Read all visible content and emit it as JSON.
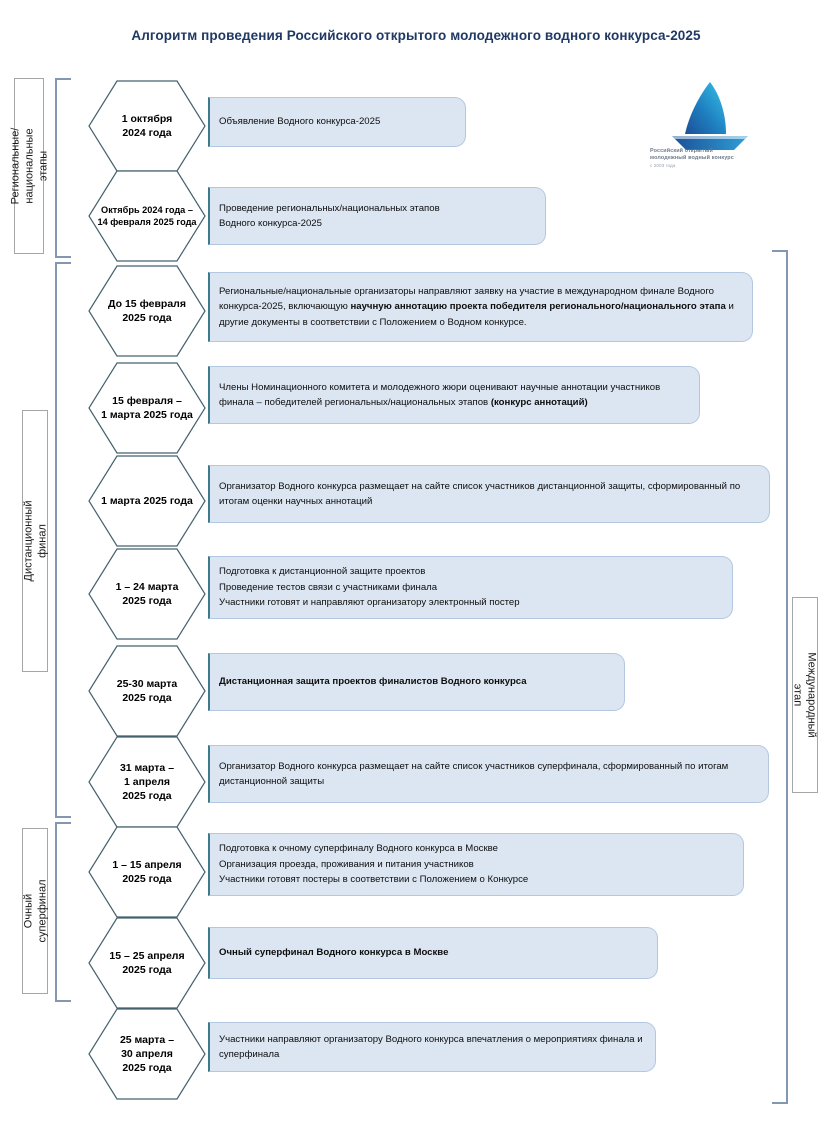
{
  "page": {
    "title": "Алгоритм проведения Российского открытого молодежного водного конкурса-2025",
    "accent_border": "#3d7a8c",
    "box_fill": "#dce6f2",
    "bracket_color": "#8497b0",
    "title_color": "#1f3864"
  },
  "logo": {
    "name": "water-contest-sailboat-logo",
    "caption_line1": "Российский открытый",
    "caption_line2": "молодежный водный конкурс",
    "subcaption": "с 2003 года"
  },
  "groups": [
    {
      "id": "regional",
      "label": "Региональные/национальные\nэтапы",
      "side": "left"
    },
    {
      "id": "distance-final",
      "label": "Дистанционный финал",
      "side": "left"
    },
    {
      "id": "in-person-superfinal",
      "label": "Очный суперфинал",
      "side": "left"
    },
    {
      "id": "international-stage",
      "label": "Международный этап",
      "side": "right"
    }
  ],
  "steps": [
    {
      "date": "1 октября\n2024 года",
      "date_size": "normal",
      "text_html": "Объявление  Водного конкурса-2025",
      "bold": false
    },
    {
      "date": "Октябрь 2024 года –\n14 февраля 2025 года",
      "date_size": "small",
      "text_html": "Проведение  региональных/национальных этапов<br>Водного конкурса-2025",
      "bold": false
    },
    {
      "date": "До 15 февраля\n2025 года",
      "date_size": "normal",
      "text_html": "Региональные/национальные организаторы направляют заявку на участие в международном финале Водного конкурса-2025, включающую <b>научную аннотацию проекта победителя регионального/национального  этапа</b> и другие документы  в соответствии с Положением  о Водном конкурсе.",
      "bold": false
    },
    {
      "date": "15 февраля –\n1 марта 2025 года",
      "date_size": "normal",
      "text_html": "Члены Номинационного комитета и молодежного жюри оценивают научные аннотации участников финала – победителей  региональных/национальных этапов <b>(конкурс  аннотаций)</b>",
      "bold": false
    },
    {
      "date": "1 марта 2025 года",
      "date_size": "normal",
      "text_html": "Организатор Водного конкурса размещает на сайте список участников дистанционной защиты, сформированный по итогам оценки научных аннотаций",
      "bold": false
    },
    {
      "date": "1 – 24 марта\n2025 года",
      "date_size": "normal",
      "text_html": "Подготовка к дистанционной защите проектов<br>Проведение  тестов связи с участниками финала<br>Участники готовят и направляют организатору электронный постер",
      "bold": false
    },
    {
      "date": "25-30 марта\n2025 года",
      "date_size": "normal",
      "text_html": "Дистанционная  защита проектов финалистов  Водного конкурса",
      "bold": true
    },
    {
      "date": "31 марта –\n1 апреля\n2025 года",
      "date_size": "normal",
      "text_html": "Организатор Водного конкурса размещает на сайте список участников суперфинала, сформированный по итогам дистанционной защиты",
      "bold": false
    },
    {
      "date": "1 – 15 апреля\n2025 года",
      "date_size": "normal",
      "text_html": "Подготовка к очному суперфиналу Водного конкурса в Москве<br>Организация проезда, проживания и питания участников<br>Участники готовят постеры в соответствии  с Положением  о Конкурсе",
      "bold": false
    },
    {
      "date": "15 – 25 апреля\n2025 года",
      "date_size": "normal",
      "text_html": "Очный суперфинал  Водного конкурса  в Москве",
      "bold": true
    },
    {
      "date": "25 марта –\n30 апреля\n2025 года",
      "date_size": "normal",
      "text_html": "Участники направляют организатору Водного конкурса впечатления  о мероприятиях  финала и суперфинала",
      "bold": false
    }
  ]
}
